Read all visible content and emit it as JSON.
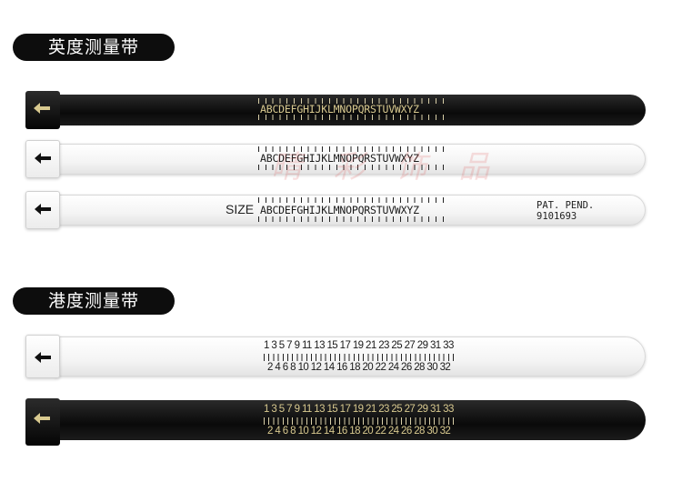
{
  "sections": {
    "uk_label": "英度测量带",
    "hk_label": "港度测量带"
  },
  "uk_straps": {
    "letters": "ABCDEFGHIJKLMNOPQRSTUVWXYZ",
    "size_label": "SIZE",
    "patent_line1": "PAT. PEND.",
    "patent_line2": "9101693"
  },
  "hk_straps": {
    "odd_numbers": "1 3 5 7 9 11 13 15 17 19 21 23 25 27 29 31 33",
    "even_numbers": "2 4 6 8 10 12 14 16 18 20 22 24 26 28 30 32"
  },
  "watermark": "晴 彩 饰 品",
  "colors": {
    "strap_black": "#111111",
    "strap_white": "#f7f7f7",
    "print_gold": "#d8c98f",
    "label_background": "#0d0d0d"
  },
  "icons": [
    "left-arrow-icon"
  ]
}
